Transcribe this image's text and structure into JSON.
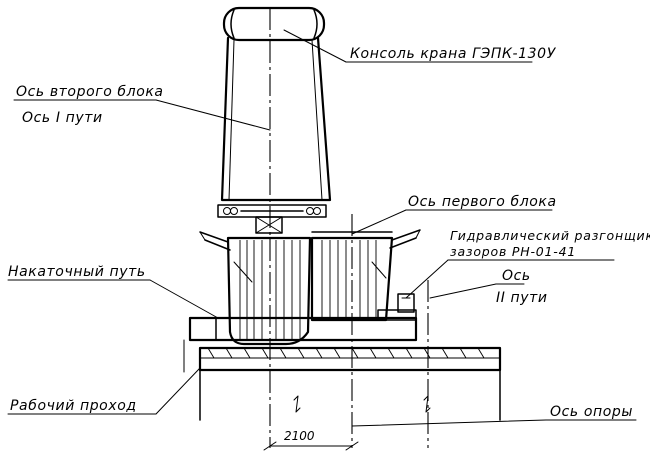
{
  "labels": {
    "crane_console": "Консоль крана ГЭПК-130У",
    "second_block_axis": "Ось второго блока",
    "track_one_axis": "Ось I пути",
    "first_block_axis": "Ось первого блока",
    "hydraulic_spreader_line1": "Гидравлический разгонщик",
    "hydraulic_spreader_line2": "зазоров РН-01-41",
    "rolling_track": "Накаточный путь",
    "track_two_axis_line1": "Ось",
    "track_two_axis_line2": "II пути",
    "work_passage": "Рабочий проход",
    "support_axis": "Ось опоры"
  },
  "dimension": {
    "value": "2100"
  }
}
